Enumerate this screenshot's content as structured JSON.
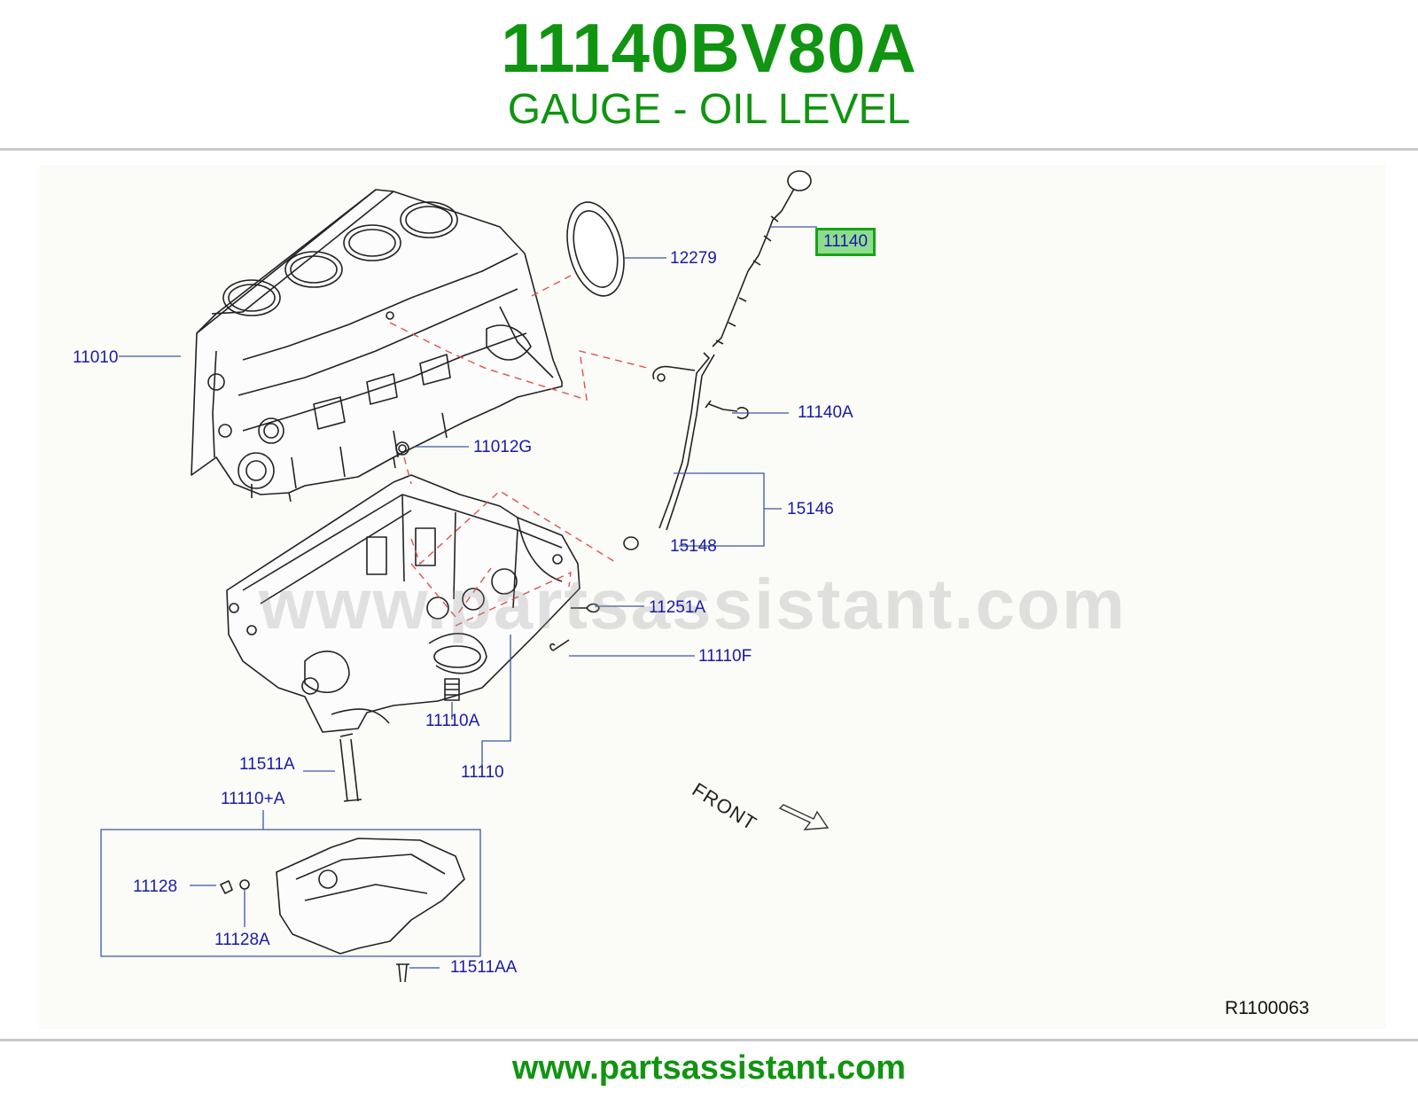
{
  "header": {
    "part_number": "11140BV80A",
    "part_name": "GAUGE - OIL LEVEL"
  },
  "diagram": {
    "callouts": {
      "c11140": "11140",
      "c12279": "12279",
      "c11010": "11010",
      "c11140A": "11140A",
      "c11012G": "11012G",
      "c15146": "15146",
      "c15148": "15148",
      "c11251A": "11251A",
      "c11110F": "11110F",
      "c11110A": "11110A",
      "c11110": "11110",
      "c11511A": "11511A",
      "c11110plusA": "11110+A",
      "c11128": "11128",
      "c11128A": "11128A",
      "c11511AA": "11511AA"
    },
    "front_label": "FRONT",
    "reference_code": "R1100063",
    "watermark": "www.partsassistant.com",
    "highlight_color": "#8fdc8f",
    "callout_color": "#1a1aa6"
  },
  "footer": {
    "url": "www.partsassistant.com"
  },
  "colors": {
    "brand_green": "#119411"
  }
}
